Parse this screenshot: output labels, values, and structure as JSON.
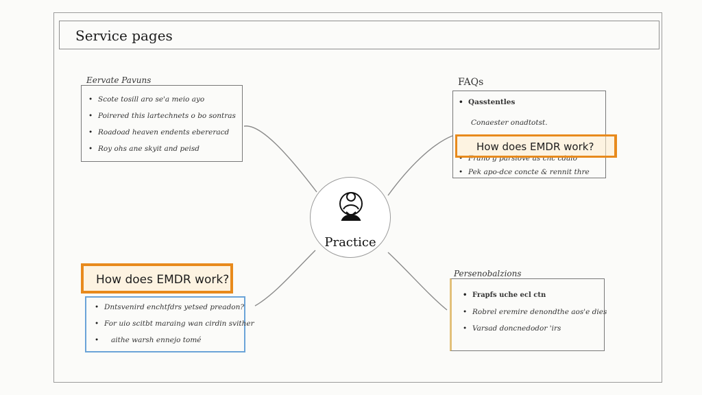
{
  "frame": {
    "title": "Service pages"
  },
  "hub": {
    "label": "Practice",
    "icon": "meditating-person-icon"
  },
  "service_pavuns": {
    "caption": "Eervate Pavuns",
    "items": [
      "Scote tosill aro se'a meio ayo",
      "Poirered this lartechnets o bo sontras",
      "Roadoad heaven endents ebereracd",
      "Roy ohs ane skyit and peisd"
    ]
  },
  "faqs": {
    "caption": "FAQs",
    "header": "Qasstentles",
    "subtitle": "Conaester onadtotst.",
    "question": "How does EMDR work?",
    "items": [
      "Frano g parsiove as cnc cdalo",
      "Pek apo-dce concte & rennit thre"
    ]
  },
  "emdr_box": {
    "question": "How does EMDR work?",
    "items": [
      "Dntsvenird enchtfdrs yetsed preadon?",
      "For uio scitbt maraing wan cirdin svither",
      "aithe warsh ennejo tomé"
    ]
  },
  "personalizations": {
    "caption": "Persenobalzions",
    "items": [
      "Frapfs uche ecl ctn",
      "Robrel eremire denondthe aos'e dies",
      "Varsad doncnedodor 'irs"
    ]
  },
  "colors": {
    "accent_orange": "#e88a1c",
    "accent_blue": "#6aa3d8",
    "line": "#8a8a8a"
  }
}
